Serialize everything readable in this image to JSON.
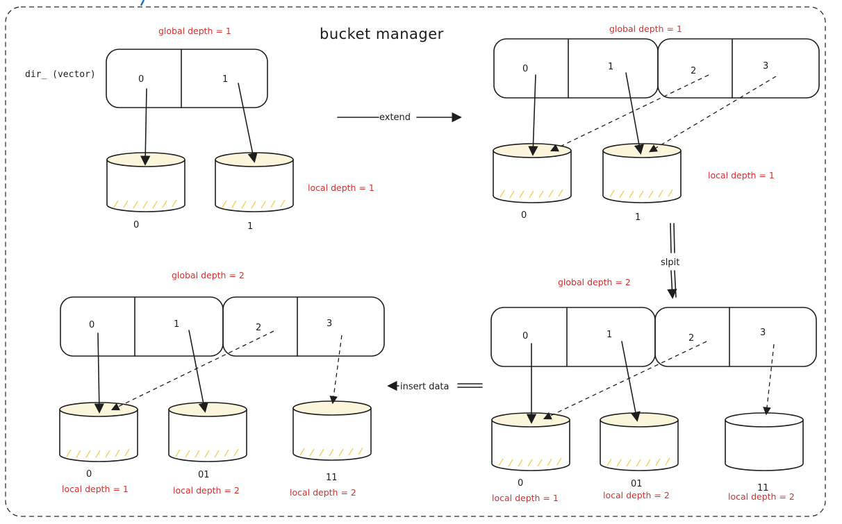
{
  "title": "bucket manager",
  "dir_label": "dir_ (vector)",
  "arrows": {
    "extend": "extend",
    "split": "slpit",
    "insert": "insert data"
  },
  "colors": {
    "annotation": "#d62f2f",
    "stroke": "#1e1e1e",
    "hatch": "#f2cf5a",
    "bucket_top": "#fbf5dc"
  },
  "panels": {
    "initial": {
      "global_depth": "global depth = 1",
      "dir_slots": [
        "0",
        "1"
      ],
      "buckets": [
        {
          "label": "0",
          "filled": true
        },
        {
          "label": "1",
          "filled": true
        }
      ],
      "local_depth": "local depth = 1"
    },
    "extended": {
      "global_depth": "global depth = 1",
      "dir_slots": [
        "0",
        "1",
        "2",
        "3"
      ],
      "buckets": [
        {
          "label": "0",
          "filled": true
        },
        {
          "label": "1",
          "filled": true
        }
      ],
      "local_depth": "local depth = 1"
    },
    "split": {
      "global_depth": "global depth = 2",
      "dir_slots": [
        "0",
        "1",
        "2",
        "3"
      ],
      "buckets": [
        {
          "label": "0",
          "filled": true,
          "local_depth": "local depth = 1"
        },
        {
          "label": "01",
          "filled": true,
          "local_depth": "local depth = 2"
        },
        {
          "label": "11",
          "filled": false,
          "local_depth": "local depth = 2"
        }
      ]
    },
    "inserted": {
      "global_depth": "global depth = 2",
      "dir_slots": [
        "0",
        "1",
        "2",
        "3"
      ],
      "buckets": [
        {
          "label": "0",
          "filled": true,
          "local_depth": "local depth = 1"
        },
        {
          "label": "01",
          "filled": true,
          "local_depth": "local depth = 2"
        },
        {
          "label": "11",
          "filled": true,
          "local_depth": "local depth = 2"
        }
      ]
    }
  }
}
